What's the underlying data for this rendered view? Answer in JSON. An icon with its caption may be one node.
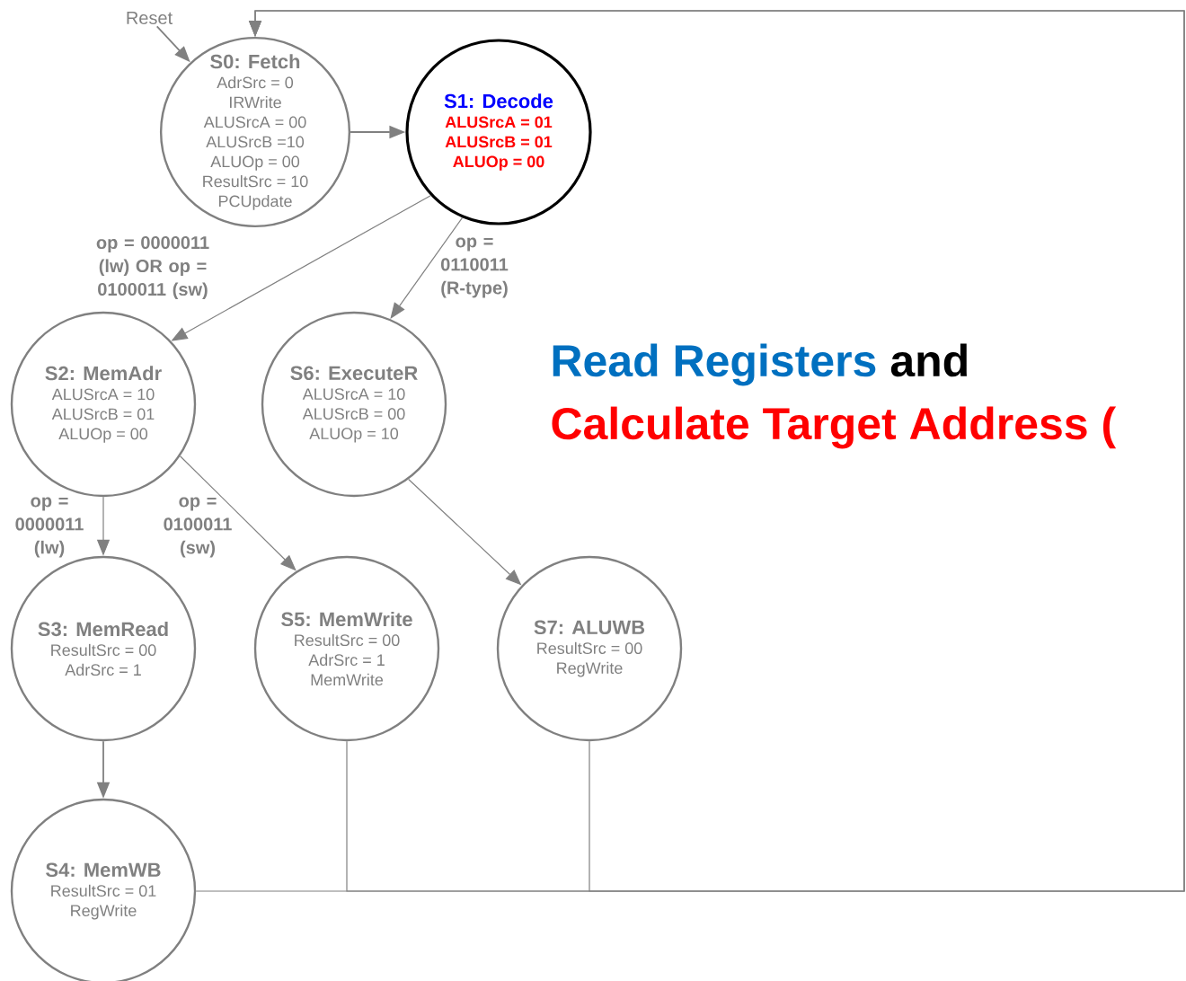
{
  "diagram": {
    "nodes": [
      {
        "text": [
          "Reset"
        ]
      },
      {
        "text": [
          "S0: Fetch",
          "AdrSrc = 0",
          "IRWrite",
          "ALUSrcA = 00",
          "ALUSrcB =10",
          "ALUOp = 00",
          "ResultSrc = 10",
          "PCUpdate"
        ]
      },
      {
        "text": [
          "S1: Decode",
          "ALUSrcA = 01",
          "ALUSrcB = 01",
          "ALUOp = 00"
        ]
      },
      {
        "text": [
          "S2: MemAdr",
          "ALUSrcA = 10",
          "ALUSrcB = 01",
          "ALUOp = 00"
        ]
      },
      {
        "text": [
          "S6: ExecuteR",
          "ALUSrcA = 10",
          "ALUSrcB = 00",
          "ALUOp = 10"
        ]
      },
      {
        "text": [
          "S3: MemRead",
          "ResultSrc = 00",
          "AdrSrc = 1"
        ]
      },
      {
        "text": [
          "S5: MemWrite",
          "ResultSrc = 00",
          "AdrSrc = 1",
          "MemWrite"
        ]
      },
      {
        "text": [
          "S7: ALUWB",
          "ResultSrc = 00",
          "RegWrite"
        ]
      },
      {
        "text": [
          "S4: MemWB",
          "ResultSrc = 01",
          "RegWrite"
        ]
      }
    ],
    "edges": [
      {
        "from": 0,
        "to": 1,
        "arrow": "to"
      },
      {
        "from": 1,
        "to": 2,
        "arrow": "to"
      },
      {
        "from": 2,
        "to": 3,
        "arrow": "to",
        "label": "op = 0000011 (lw) OR op = 0100011 (sw)"
      },
      {
        "from": 2,
        "to": 4,
        "arrow": "to",
        "label": "op = 0110011 (R-type)"
      },
      {
        "from": 3,
        "to": 5,
        "arrow": "to",
        "label": "op = 0000011 (lw)"
      },
      {
        "from": 3,
        "to": 6,
        "arrow": "to",
        "label": "op = 0100011 (sw)"
      },
      {
        "from": 4,
        "to": 7,
        "arrow": "to"
      },
      {
        "from": 5,
        "to": 8,
        "arrow": "to"
      },
      {
        "from": 8,
        "to": 1,
        "arrow": "to"
      },
      {
        "from": 6,
        "to": 1,
        "arrow": "to"
      },
      {
        "from": 7,
        "to": 1,
        "arrow": "to"
      }
    ],
    "labels": [
      "Read Registers",
      "and",
      "Calculate Target Address ("
    ]
  }
}
